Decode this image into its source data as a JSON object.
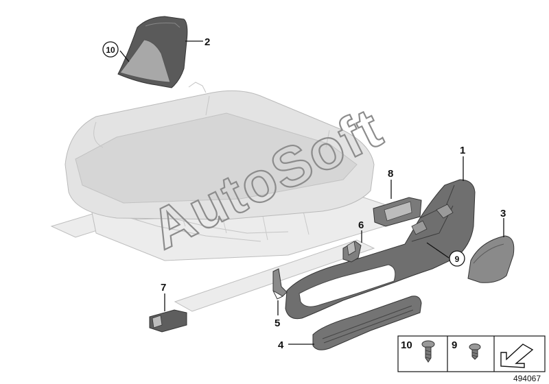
{
  "diagram_id": "494067",
  "watermark": "AutoSoft",
  "callouts": {
    "p1": "1",
    "p2": "2",
    "p3": "3",
    "p4": "4",
    "p5": "5",
    "p6": "6",
    "p7": "7",
    "p8": "8",
    "p9": "9",
    "p10": "10"
  },
  "legend": {
    "item_a": "10",
    "item_b": "9"
  },
  "colors": {
    "part_dark": "#5a5a5a",
    "part_mid": "#8a8a8a",
    "seat_ghost": "#e3e3e3",
    "watermark": "#8c8c8c"
  }
}
